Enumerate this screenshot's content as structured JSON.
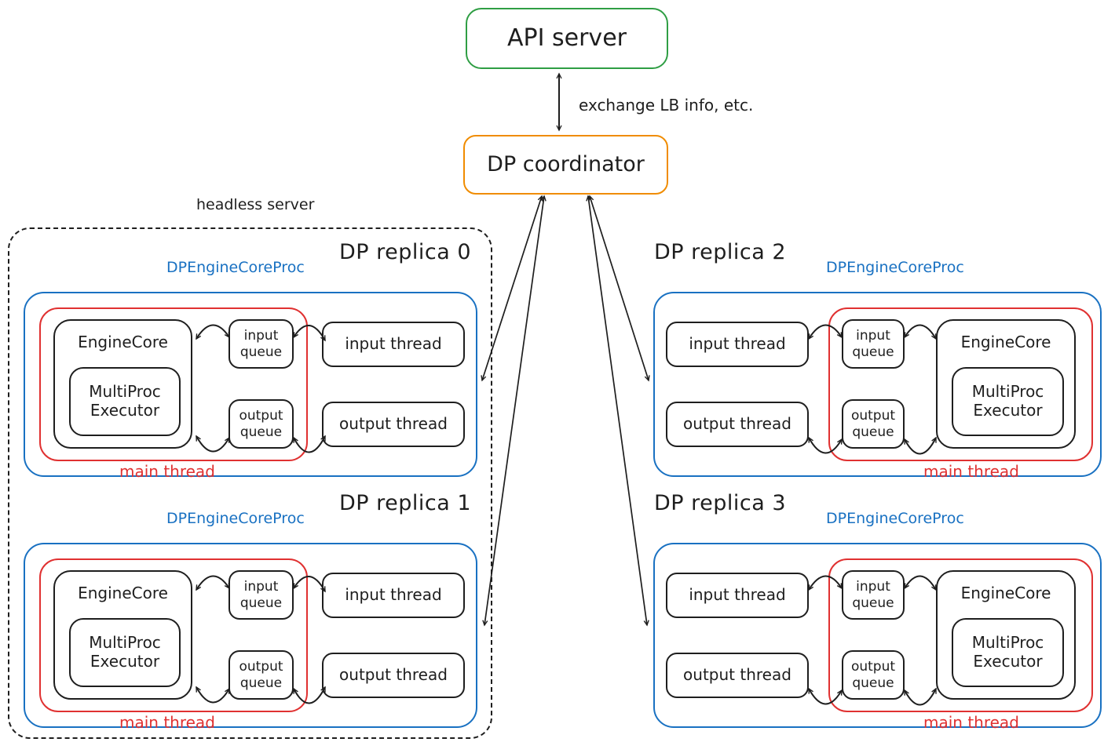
{
  "colors": {
    "green": "#2f9e44",
    "orange": "#f08c00",
    "blue": "#1971c2",
    "red": "#e03131",
    "ink": "#1e1e1e"
  },
  "top": {
    "api_server_label": "API server",
    "coordinator_label": "DP coordinator",
    "exchange_label": "exchange LB info, etc."
  },
  "headless_server_label": "headless server",
  "replicas": [
    {
      "title": "DP replica 0",
      "proc_label": "DPEngineCoreProc",
      "engine_core": "EngineCore",
      "executor": "MultiProc Executor",
      "input_queue": "input queue",
      "output_queue": "output queue",
      "input_thread": "input thread",
      "output_thread": "output thread",
      "main_thread": "main thread"
    },
    {
      "title": "DP replica 1",
      "proc_label": "DPEngineCoreProc",
      "engine_core": "EngineCore",
      "executor": "MultiProc Executor",
      "input_queue": "input queue",
      "output_queue": "output queue",
      "input_thread": "input thread",
      "output_thread": "output thread",
      "main_thread": "main thread"
    },
    {
      "title": "DP replica 2",
      "proc_label": "DPEngineCoreProc",
      "engine_core": "EngineCore",
      "executor": "MultiProc Executor",
      "input_queue": "input queue",
      "output_queue": "output queue",
      "input_thread": "input thread",
      "output_thread": "output thread",
      "main_thread": "main thread"
    },
    {
      "title": "DP replica 3",
      "proc_label": "DPEngineCoreProc",
      "engine_core": "EngineCore",
      "executor": "MultiProc Executor",
      "input_queue": "input queue",
      "output_queue": "output queue",
      "input_thread": "input thread",
      "output_thread": "output thread",
      "main_thread": "main thread"
    }
  ]
}
